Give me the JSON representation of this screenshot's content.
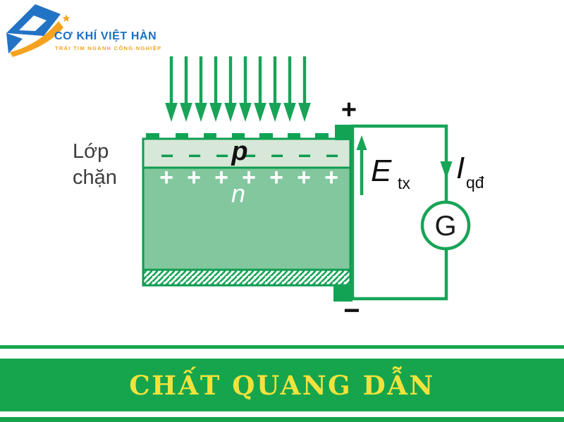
{
  "brand": {
    "title": "CƠ KHÍ VIỆT HÀN",
    "tagline": "TRÁI TIM NGÀNH CÔNG NGHIỆP",
    "colors": {
      "blue": "#2373c4",
      "orange": "#f5a31f"
    }
  },
  "diagram": {
    "blocking_layer_label_line1": "Lớp",
    "blocking_layer_label_line2": "chặn",
    "p_layer": {
      "label": "p",
      "charge_symbol": "−",
      "charge_count": 7
    },
    "n_layer": {
      "label": "n",
      "charge_symbol": "+",
      "charge_count": 7
    },
    "light_arrows": {
      "count": 10,
      "direction": "down"
    },
    "terminals": {
      "positive": "+",
      "negative": "−"
    },
    "emf_label": {
      "symbol": "E",
      "subscript": "tx"
    },
    "current_label": {
      "symbol": "I",
      "subscript": "qđ"
    },
    "galvanometer_label": "G",
    "colors": {
      "wire_green": "#17a457",
      "dark_green": "#0e9c51",
      "p_fill": "#d7e8d9",
      "n_fill": "#82c79d"
    }
  },
  "banner": {
    "title": "CHẤT QUANG DẪN",
    "bg_color": "#16a54c",
    "text_color": "#f2e33c"
  }
}
